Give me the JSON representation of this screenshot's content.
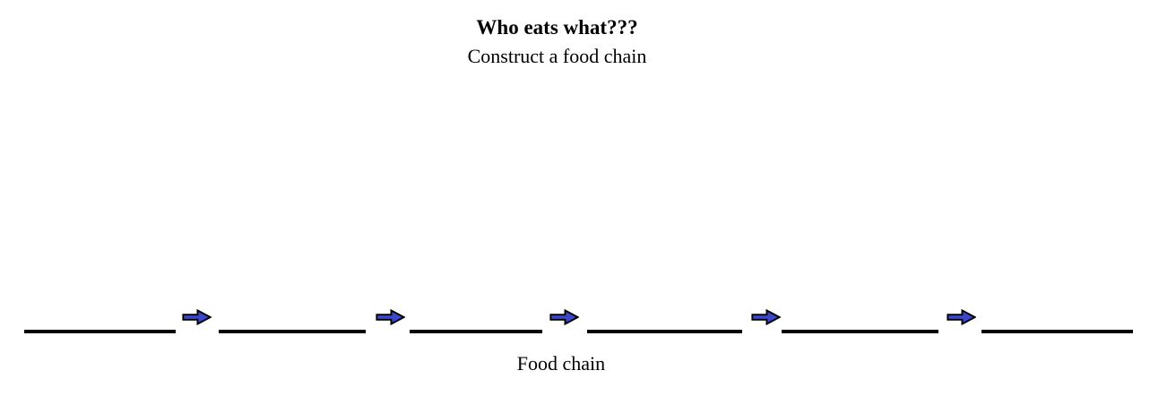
{
  "page": {
    "title": "Who eats what???",
    "subtitle": "Construct a food chain",
    "caption": "Food chain",
    "background_color": "#ffffff",
    "text_color": "#000000"
  },
  "food_chain": {
    "blank_count": 6,
    "arrow_count": 5,
    "arrow_icon": "right-block-arrow",
    "arrow_fill_color": "#3c46c8",
    "arrow_outline_color": "#000000",
    "blank_line_color": "#000000"
  }
}
